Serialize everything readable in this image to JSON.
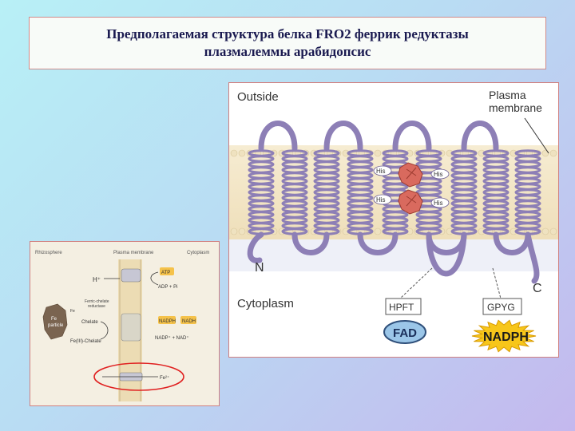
{
  "title": {
    "line1": "Предполагаемая структура белка FRO2 феррик редуктазы",
    "line2": "плазмалеммы арабидопсис"
  },
  "main_figure": {
    "outside_label": "Outside",
    "membrane_label_1": "Plasma",
    "membrane_label_2": "membrane",
    "n_terminus": "N",
    "c_terminus": "C",
    "cytoplasm_label": "Cytoplasm",
    "his_label": "His",
    "motif_1": "HPFT",
    "motif_2": "GPYG",
    "cofactor_1": "FAD",
    "cofactor_2": "NADPH",
    "colors": {
      "helix": "#8d7fb6",
      "membrane_band": "#f4e6c4",
      "cytoplasm_band": "#e4e7f4",
      "heme": "#d96a5e",
      "fad_badge": "#9bc6e8",
      "nadph_badge": "#f7c61a",
      "highlight_circle": "#e02020"
    }
  },
  "small_figure": {
    "col_1": "Rhizosphere",
    "col_2": "Plasma membrane",
    "col_3": "Cytoplasm",
    "atp": "ATP",
    "adp": "ADP + Pi",
    "h_plus": "H⁺",
    "reductase_label_1": "Ferric-chelate",
    "reductase_label_2": "reductase",
    "chelate": "Chelate",
    "fe3_chelate": "Fe(III)-Chelate",
    "nadph": "NADPH",
    "nadp": "NADP⁺ + NAD⁺",
    "nadh": "NADH",
    "fe2": "Fe²⁺",
    "fe_particle_1": "Fe",
    "fe_particle_2": "particle",
    "fe_left": "Fe"
  }
}
